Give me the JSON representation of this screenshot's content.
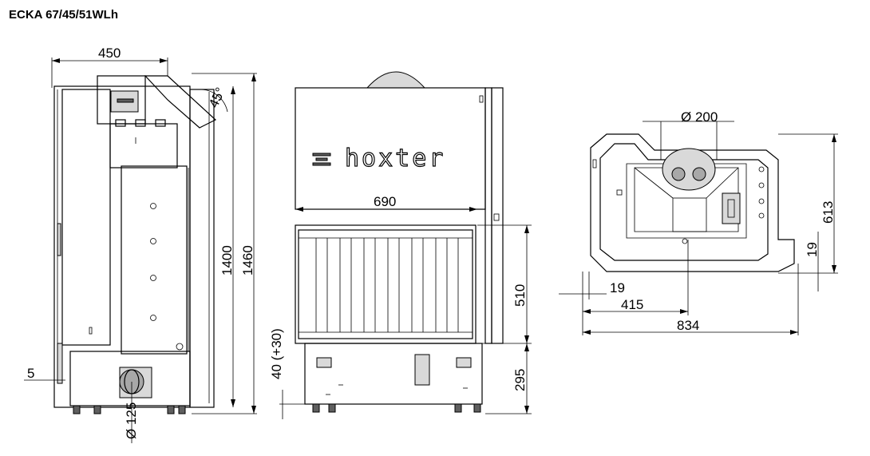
{
  "title": "ECKA 67/45/51WLh",
  "brand": "hoxter",
  "dimensions": {
    "width_side": "450",
    "angle": "45°",
    "height_1400": "1400",
    "height_1460": "1460",
    "offset_5": "5",
    "flue_125": "Ø 125",
    "glass_width": "690",
    "glass_height": "510",
    "base_height": "295",
    "foot_offset": "40 (+30)",
    "flue_200": "Ø 200",
    "depth_613": "613",
    "offset_19_right": "19",
    "offset_19_bottom": "19",
    "center_415": "415",
    "total_834": "834"
  }
}
